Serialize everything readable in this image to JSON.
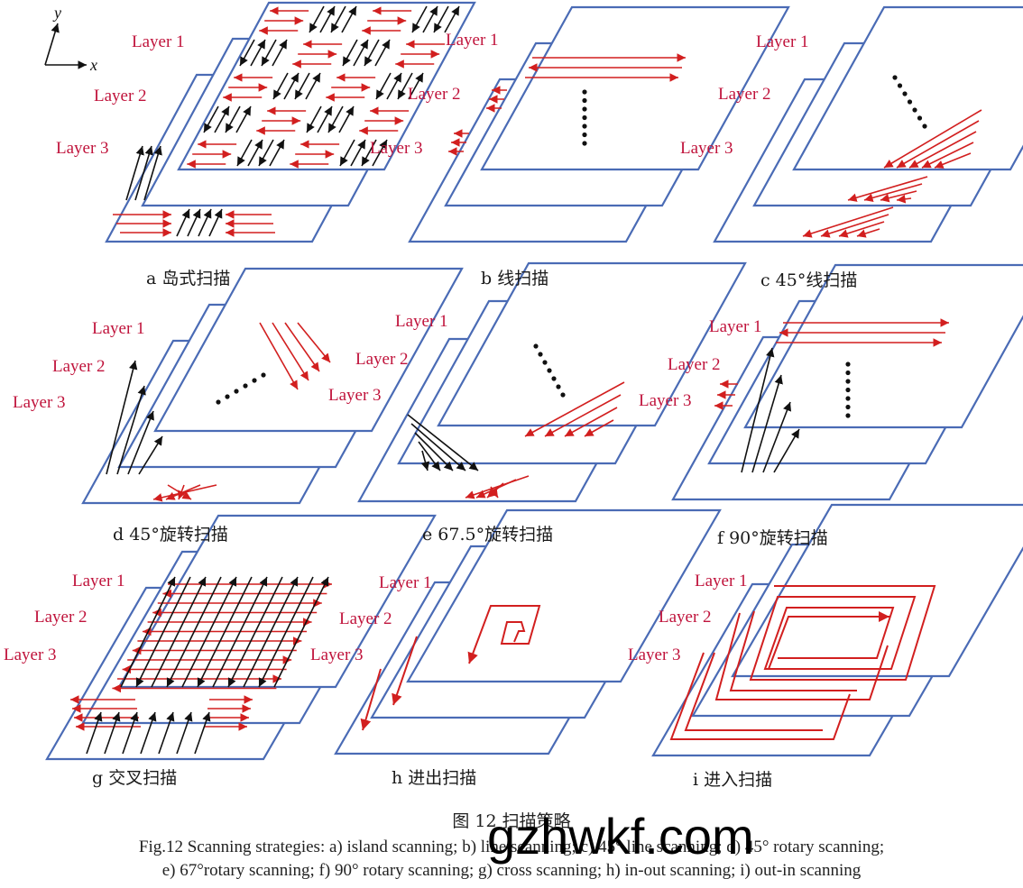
{
  "layers": [
    "Layer 1",
    "Layer 2",
    "Layer 3"
  ],
  "axes": {
    "x": "x",
    "y": "y"
  },
  "panels": [
    {
      "id": "a",
      "caption": "a  岛式扫描"
    },
    {
      "id": "b",
      "caption": "b  线扫描"
    },
    {
      "id": "c",
      "caption": "c  45°线扫描"
    },
    {
      "id": "d",
      "caption": "d  45°旋转扫描"
    },
    {
      "id": "e",
      "caption": "e  67.5°旋转扫描"
    },
    {
      "id": "f",
      "caption": "f  90°旋转扫描"
    },
    {
      "id": "g",
      "caption": "g  交叉扫描"
    },
    {
      "id": "h",
      "caption": "h  进出扫描"
    },
    {
      "id": "i",
      "caption": "i  进入扫描"
    }
  ],
  "figure_title": "图 12    扫描策略",
  "figure_caption_line1": "Fig.12 Scanning strategies: a) island scanning; b) line scanning; c) 45° line scanning; d) 45° rotary scanning;",
  "figure_caption_line2": "e) 67°rotary scanning; f) 90° rotary scanning; g) cross scanning; h) in-out scanning; i) out-in scanning",
  "watermark": "gzhwkf.com",
  "colors": {
    "plate_edge": "#4a6bb5",
    "red_path": "#d21f1f",
    "black_path": "#111111",
    "label": "#c0143c"
  }
}
